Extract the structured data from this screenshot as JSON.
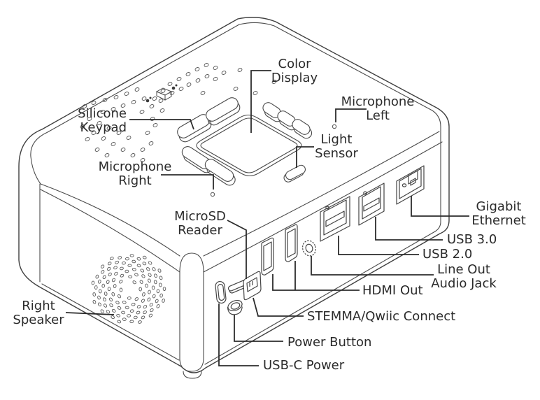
{
  "colors": {
    "ink": "#2b2b2b",
    "leader_line": "#2b2b2b",
    "drawing_line": "#4a4a4a",
    "background": "#ffffff"
  },
  "labels": {
    "color_display": {
      "line1": "Color",
      "line2": "Display"
    },
    "microphone_left": {
      "line1": "Microphone",
      "line2": "Left"
    },
    "light_sensor": {
      "line1": "Light",
      "line2": "Sensor"
    },
    "silicone_keypad": {
      "line1": "Silicone",
      "line2": "Keypad"
    },
    "microphone_right": {
      "line1": "Microphone",
      "line2": "Right"
    },
    "microsd_reader": {
      "line1": "MicroSD",
      "line2": "Reader"
    },
    "right_speaker": {
      "line1": "Right",
      "line2": "Speaker"
    },
    "gigabit_ethernet": {
      "line1": "Gigabit",
      "line2": "Ethernet"
    },
    "usb_30": {
      "text": "USB 3.0"
    },
    "usb_20": {
      "text": "USB 2.0"
    },
    "line_out_audio_jack": {
      "line1": "Line Out",
      "line2": "Audio Jack"
    },
    "hdmi_out": {
      "text": "HDMI Out"
    },
    "stemma_qwiic": {
      "text": "STEMMA/Qwiic Connect"
    },
    "power_button": {
      "text": "Power Button"
    },
    "usbc_power": {
      "text": "USB-C Power"
    }
  }
}
